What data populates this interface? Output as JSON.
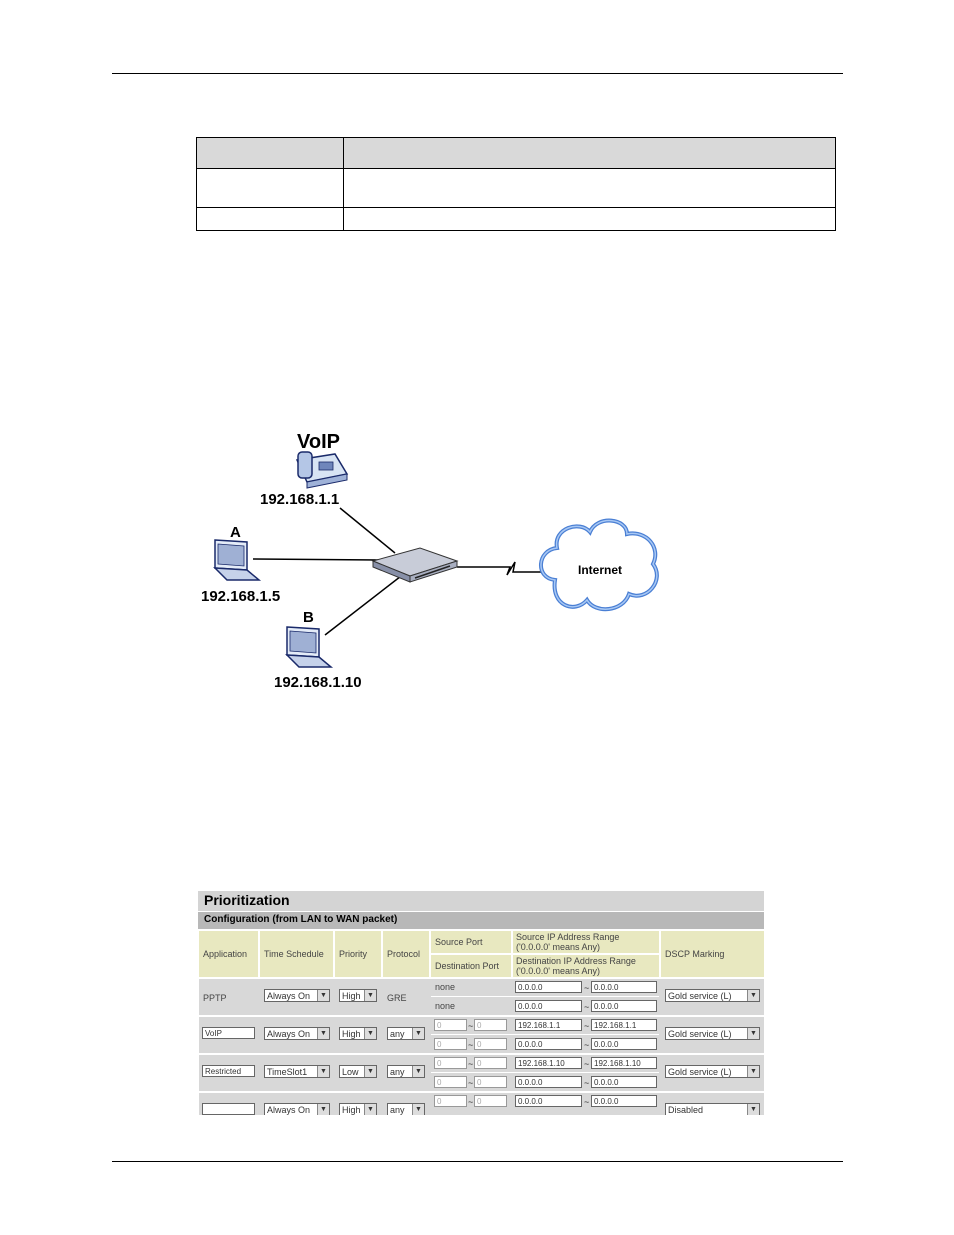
{
  "top_table": {
    "rows": 3,
    "header": [
      "",
      ""
    ]
  },
  "diagram": {
    "voip_label": "VoIP",
    "voip_ip": "192.168.1.1",
    "a_label": "A",
    "a_ip": "192.168.1.5",
    "b_label": "B",
    "b_ip": "192.168.1.10",
    "internet_label": "Internet"
  },
  "prioritization": {
    "title": "Prioritization",
    "subtitle": "Configuration (from LAN to WAN packet)",
    "headers": {
      "application": "Application",
      "time_schedule": "Time Schedule",
      "priority": "Priority",
      "protocol": "Protocol",
      "source_port": "Source Port",
      "destination_port": "Destination Port",
      "source_ip": "Source IP Address Range",
      "source_ip_note": "('0.0.0.0' means Any)",
      "dest_ip": "Destination IP Address Range",
      "dest_ip_note": "('0.0.0.0' means Any)",
      "dscp": "DSCP Marking"
    },
    "rows": [
      {
        "application": "PPTP",
        "schedule": "Always On",
        "priority": "High",
        "protocol": "GRE",
        "src_port": "none",
        "dst_port": "none",
        "src_ip_from": "0.0.0.0",
        "src_ip_to": "0.0.0.0",
        "dst_ip_from": "0.0.0.0",
        "dst_ip_to": "0.0.0.0",
        "dscp": "Gold service (L)"
      },
      {
        "application": "VoIP",
        "schedule": "Always On",
        "priority": "High",
        "protocol": "any",
        "src_port_from": "0",
        "src_port_to": "0",
        "dst_port_from": "0",
        "dst_port_to": "0",
        "src_ip_from": "192.168.1.1",
        "src_ip_to": "192.168.1.1",
        "dst_ip_from": "0.0.0.0",
        "dst_ip_to": "0.0.0.0",
        "dscp": "Gold service (L)"
      },
      {
        "application": "Restricted",
        "schedule": "TimeSlot1",
        "priority": "Low",
        "protocol": "any",
        "src_port_from": "0",
        "src_port_to": "0",
        "dst_port_from": "0",
        "dst_port_to": "0",
        "src_ip_from": "192.168.1.10",
        "src_ip_to": "192.168.1.10",
        "dst_ip_from": "0.0.0.0",
        "dst_ip_to": "0.0.0.0",
        "dscp": "Gold service (L)"
      },
      {
        "application": "",
        "schedule": "Always On",
        "priority": "High",
        "protocol": "any",
        "src_port_from": "0",
        "src_port_to": "0",
        "src_ip_from": "0.0.0.0",
        "src_ip_to": "0.0.0.0",
        "dscp": "Disabled"
      }
    ],
    "tilde": "~"
  }
}
